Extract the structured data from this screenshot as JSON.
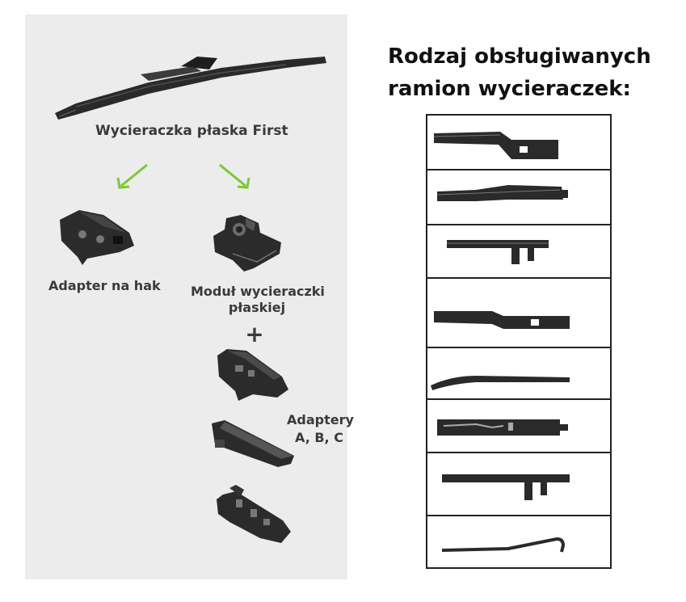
{
  "left": {
    "blade_label": "Wycieraczka płaska First",
    "hook_adapter_label": "Adapter na hak",
    "module_label_line1": "Moduł wycieraczki",
    "module_label_line2": "płaskiej",
    "plus": "+",
    "adapters_label_line1": "Adaptery",
    "adapters_label_line2": "A, B, C"
  },
  "right": {
    "title_line1": "Rodzaj obsługiwanych",
    "title_line2": "ramion wycieraczek:",
    "arm_types": [
      "wiper-arm-type-1",
      "wiper-arm-type-2",
      "wiper-arm-type-3",
      "wiper-arm-type-4",
      "wiper-arm-type-5",
      "wiper-arm-type-6",
      "wiper-arm-type-7",
      "wiper-arm-type-8"
    ]
  },
  "colors": {
    "arrow": "#7ec832",
    "panel": "#ececec",
    "part": "#2b2b2b"
  }
}
